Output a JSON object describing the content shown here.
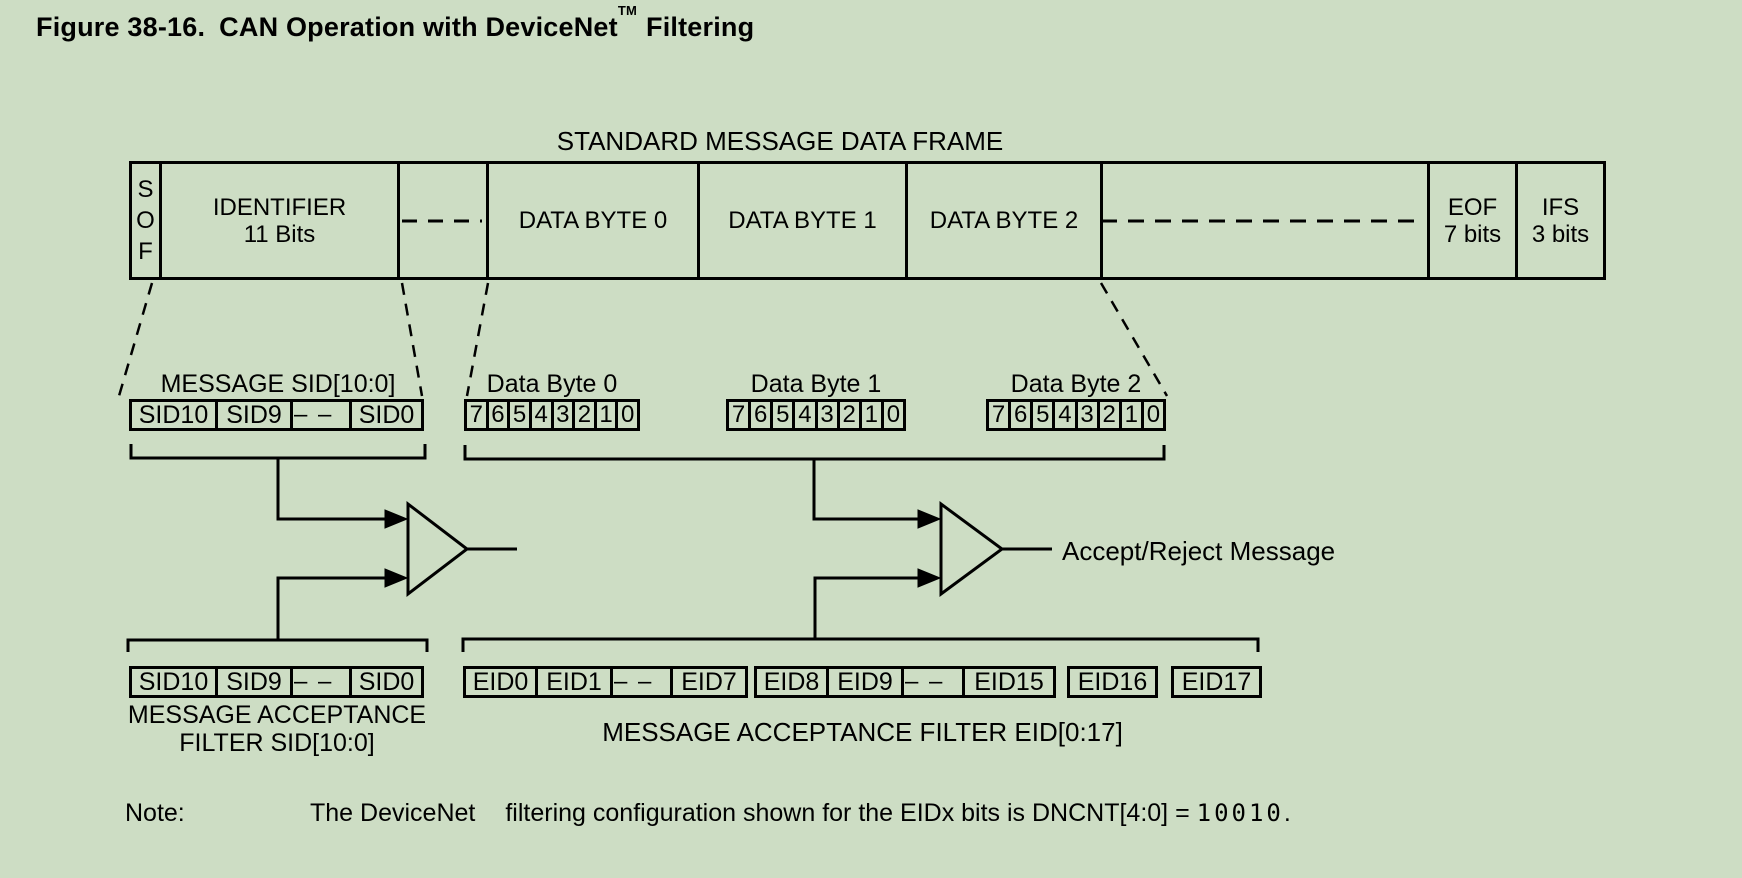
{
  "colors": {
    "background": "#cdddc4",
    "line": "#000000"
  },
  "figure": {
    "number": "Figure 38-16.",
    "title": "CAN Operation with DeviceNet",
    "trademark": "TM",
    "suffix": "Filtering"
  },
  "frame": {
    "title": "STANDARD MESSAGE DATA FRAME",
    "cells": {
      "sof": "S\nO\nF",
      "identifier": "IDENTIFIER\n11 Bits",
      "dash": "",
      "data_byte_0": "DATA BYTE 0",
      "data_byte_1": "DATA BYTE 1",
      "data_byte_2": "DATA BYTE 2",
      "dash_long": "",
      "eof": "EOF\n7 bits",
      "ifs": "IFS\n3 bits"
    }
  },
  "message_sid": {
    "label": "MESSAGE SID[10:0]",
    "cells": [
      "SID10",
      "SID9",
      "– –",
      "SID0"
    ]
  },
  "data_bytes": [
    {
      "label": "Data Byte 0",
      "bits": [
        "7",
        "6",
        "5",
        "4",
        "3",
        "2",
        "1",
        "0"
      ]
    },
    {
      "label": "Data Byte 1",
      "bits": [
        "7",
        "6",
        "5",
        "4",
        "3",
        "2",
        "1",
        "0"
      ]
    },
    {
      "label": "Data Byte 2",
      "bits": [
        "7",
        "6",
        "5",
        "4",
        "3",
        "2",
        "1",
        "0"
      ]
    }
  ],
  "comparator": {
    "output_label": "Accept/Reject Message"
  },
  "sid_filter": {
    "cells": [
      "SID10",
      "SID9",
      "– –",
      "SID0"
    ],
    "label": "MESSAGE ACCEPTANCE\nFILTER SID[10:0]"
  },
  "eid_filter": {
    "group1": [
      "EID0",
      "EID1",
      "– –",
      "EID7"
    ],
    "group2": [
      "EID8",
      "EID9",
      "– –",
      "EID15"
    ],
    "single1": "EID16",
    "single2": "EID17",
    "label": "MESSAGE ACCEPTANCE FILTER EID[0:17]"
  },
  "note": {
    "label": "Note:",
    "before": "The DeviceNet",
    "after": "filtering configuration shown for the EIDx bits is DNCNT[4:0] = ",
    "value": "10010",
    "period": "."
  }
}
